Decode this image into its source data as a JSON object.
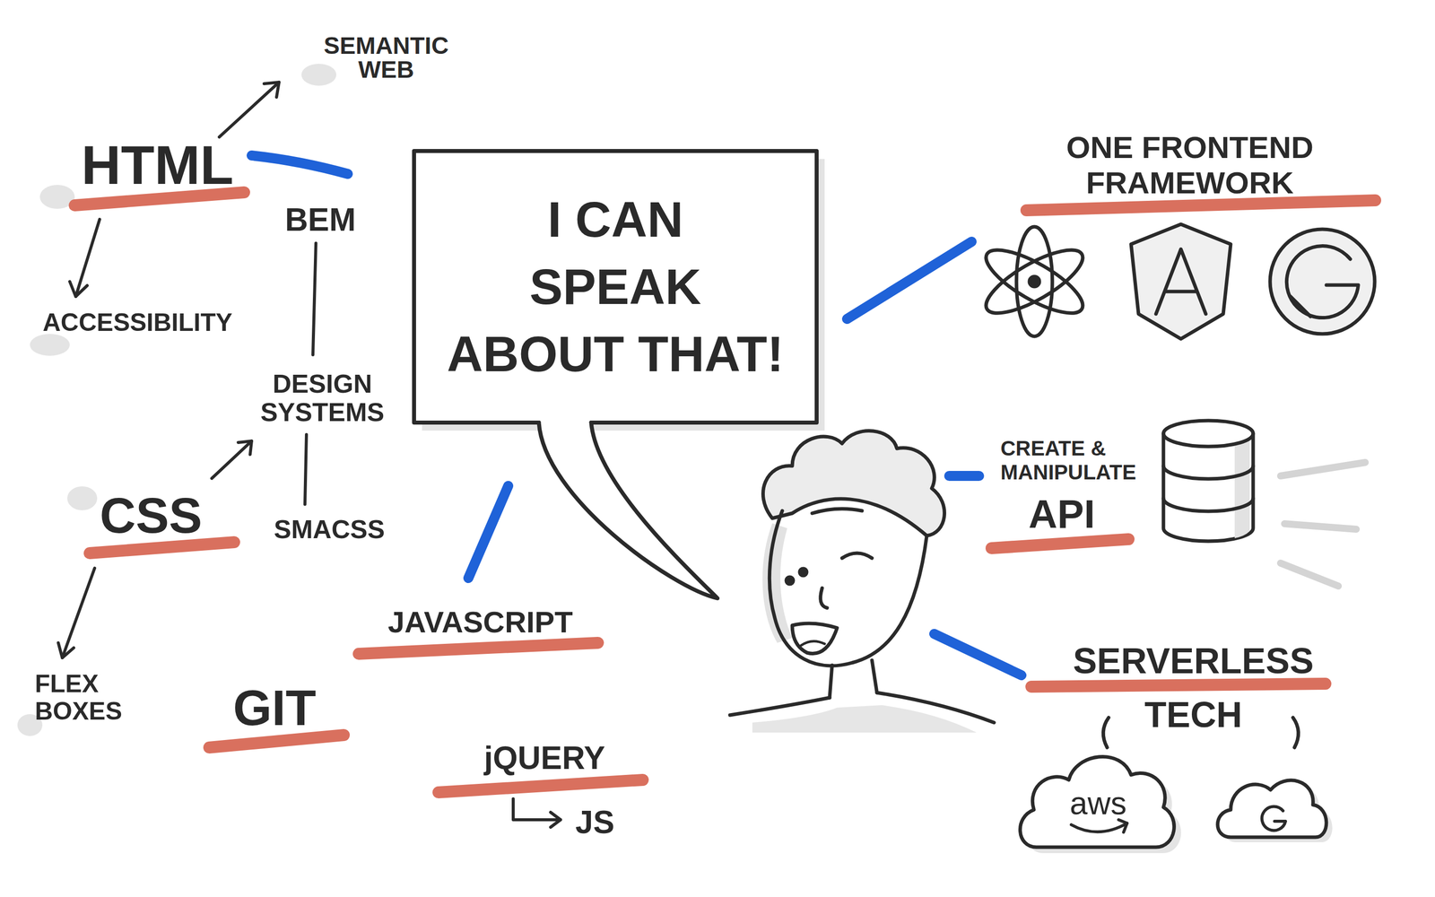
{
  "diagram": {
    "nodes": [
      {
        "text": [
          "I CAN SPEAK ABOUT THAT!"
        ]
      }
    ],
    "labels": [
      "SEMANTIC WEB",
      "HTML",
      "BEM",
      "ACCESSIBILITY",
      "DESIGN SYSTEMS",
      "CSS",
      "SMACSS",
      "FLEX BOXES",
      "GIT",
      "JAVASCRIPT",
      "jQUERY",
      "JS",
      "ONE FRONTEND FRAMEWORK",
      "CREATE & MANIPULATE",
      "API",
      "SERVERLESS TECH",
      "aws"
    ]
  }
}
